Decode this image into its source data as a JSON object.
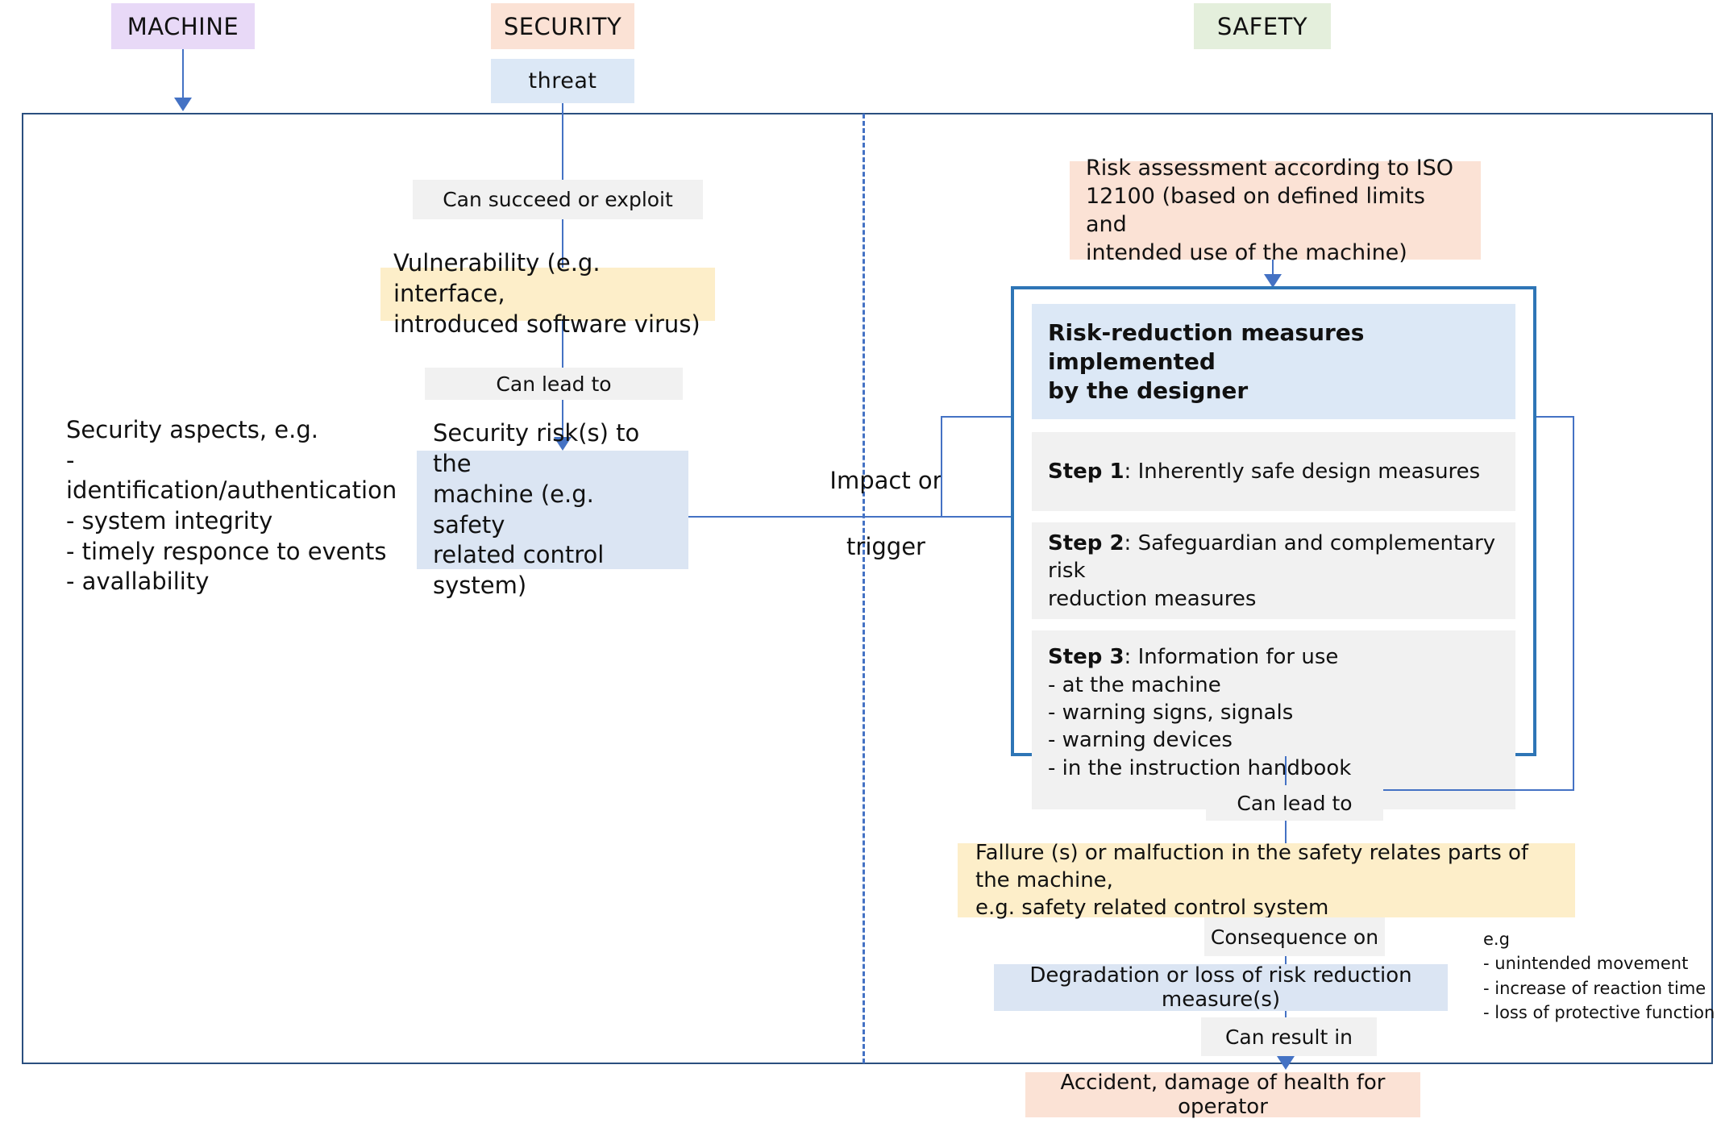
{
  "diagram": {
    "title_columns": [
      {
        "id": "machine",
        "label": "MACHINE",
        "color": "#e8d9f7"
      },
      {
        "id": "security",
        "label": "SECURITY",
        "color": "#fbe2d5"
      },
      {
        "id": "safety",
        "label": "SAFETY",
        "color": "#e4efdc"
      }
    ],
    "threat_label": "threat",
    "security_chain": {
      "connector_1": "Can succeed or exploit",
      "vulnerability": "Vulnerability (e.g. interface,\nintroduced software virus)",
      "connector_2": "Can lead to",
      "security_risk": "Security risk(s) to the\nmachine (e.g. safety\nrelated control system)"
    },
    "security_aspects": {
      "heading": "Security aspects, e.g.",
      "items": [
        "- identification/authentication",
        "- system integrity",
        "- timely responce to events",
        "- avallability"
      ]
    },
    "bridge": {
      "line1": "Impact  or",
      "line2": "trigger"
    },
    "safety_chain": {
      "risk_assessment": "Risk assessment according to ISO\n12100 (based on defined limits and\nintended use of the machine)",
      "risk_reduction_title": "Risk-reduction measures implemented\nby the designer",
      "steps": [
        {
          "num": "Step 1",
          "text": ": Inherently safe design measures"
        },
        {
          "num": "Step 2",
          "text": ": Safeguardian and complementary risk\nreduction measures"
        },
        {
          "num": "Step 3",
          "text": ": Information for use\n- at the machine\n- warning signs, signals\n- warning devices\n- in the instruction handbook"
        }
      ],
      "connector_lead": "Can lead to",
      "failure": "Fallure (s) or malfuction in the safety relates parts of the machine,\ne.g. safety related control system",
      "connector_consequence": "Consequence on",
      "degradation": "Degradation or loss of risk reduction measure(s)",
      "connector_result": "Can result in",
      "accident": "Accident, damage of health for operator"
    },
    "examples_note": {
      "heading": "e.g",
      "items": [
        "- unintended movement",
        "- increase of reaction time",
        "- loss of protective function"
      ]
    },
    "colors": {
      "frame": "#2a4f7f",
      "connector": "#4472c4",
      "panel_border": "#2e75b6",
      "yellow": "#fdeec9",
      "blue": "#dbe5f3",
      "peach": "#fbe2d5",
      "grey": "#f1f1f1"
    }
  }
}
